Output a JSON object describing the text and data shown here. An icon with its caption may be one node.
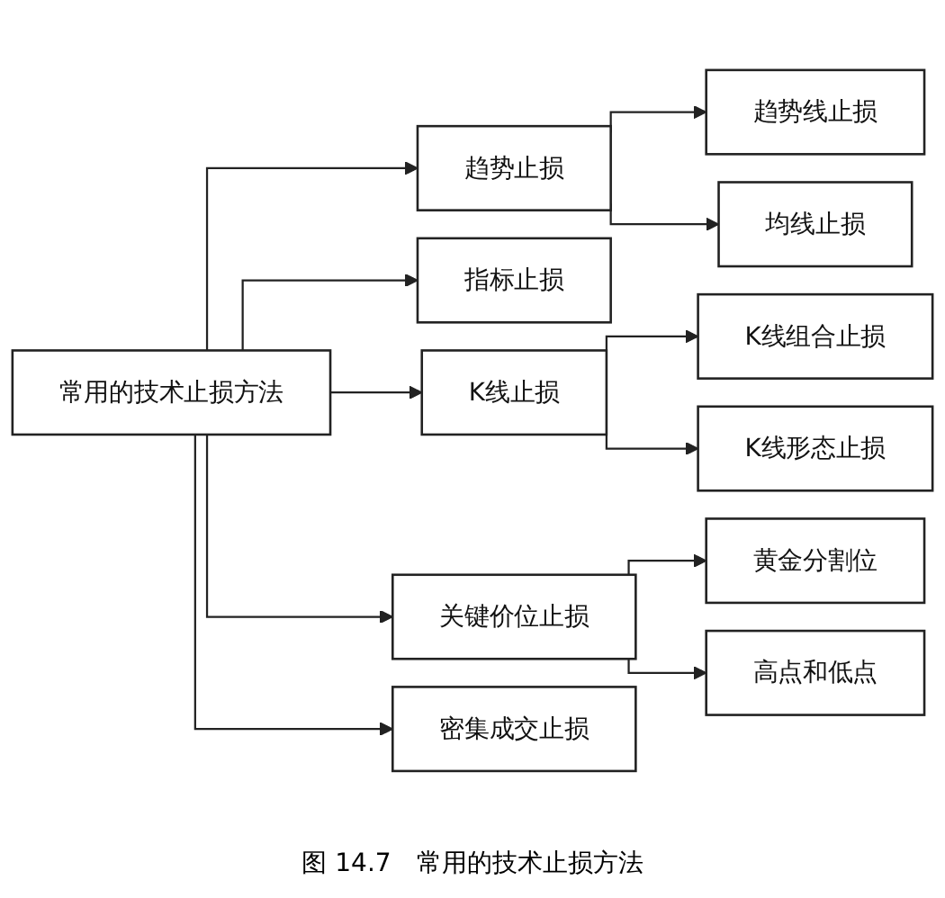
{
  "diagram": {
    "caption": "图 14.7　常用的技术止损方法",
    "nodes": [
      {
        "text": [
          "常用的技术止损方法"
        ]
      },
      {
        "text": [
          "趋势止损"
        ]
      },
      {
        "text": [
          "指标止损"
        ]
      },
      {
        "text": [
          "K线止损"
        ]
      },
      {
        "text": [
          "关键价位止损"
        ]
      },
      {
        "text": [
          "密集成交止损"
        ]
      },
      {
        "text": [
          "趋势线止损"
        ]
      },
      {
        "text": [
          "均线止损"
        ]
      },
      {
        "text": [
          "K线组合止损"
        ]
      },
      {
        "text": [
          "K线形态止损"
        ]
      },
      {
        "text": [
          "黄金分割位"
        ]
      },
      {
        "text": [
          "高点和低点"
        ]
      }
    ],
    "edges": [
      {
        "from": 0,
        "to": 1,
        "arrow": "to"
      },
      {
        "from": 0,
        "to": 2,
        "arrow": "to"
      },
      {
        "from": 0,
        "to": 3,
        "arrow": "to"
      },
      {
        "from": 0,
        "to": 4,
        "arrow": "to"
      },
      {
        "from": 0,
        "to": 5,
        "arrow": "to"
      },
      {
        "from": 1,
        "to": 6,
        "arrow": "to"
      },
      {
        "from": 1,
        "to": 7,
        "arrow": "to"
      },
      {
        "from": 3,
        "to": 8,
        "arrow": "to"
      },
      {
        "from": 3,
        "to": 9,
        "arrow": "to"
      },
      {
        "from": 4,
        "to": 10,
        "arrow": "to"
      },
      {
        "from": 4,
        "to": 11,
        "arrow": "to"
      }
    ]
  }
}
